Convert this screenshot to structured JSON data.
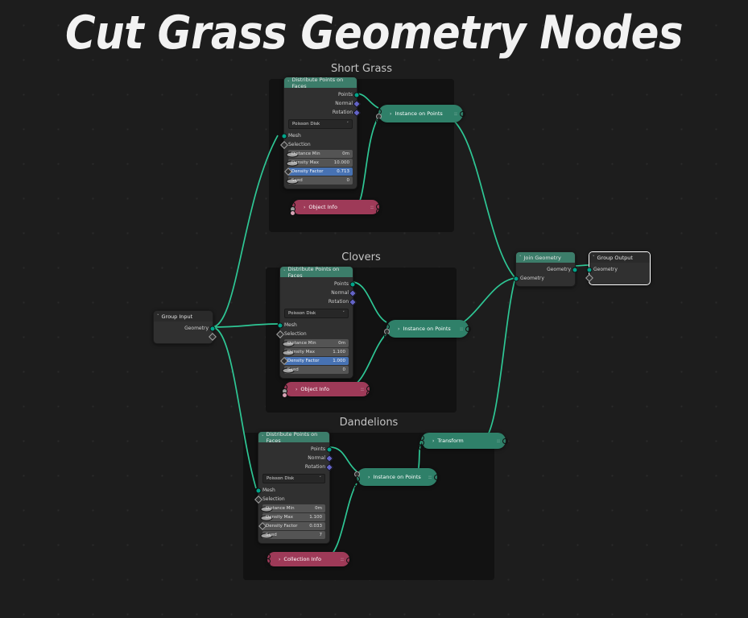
{
  "title": "Cut Grass Geometry Nodes",
  "frames": [
    {
      "id": "short-grass",
      "label": "Short Grass"
    },
    {
      "id": "clovers",
      "label": "Clovers"
    },
    {
      "id": "dandelions",
      "label": "Dandelions"
    }
  ],
  "nodes": {
    "group_input": {
      "header": "Group Input",
      "outputs": [
        "Geometry"
      ]
    },
    "group_output": {
      "header": "Group Output",
      "inputs": [
        "Geometry"
      ],
      "selected": true
    },
    "join_geometry": {
      "header": "Join Geometry",
      "outputs": [
        "Geometry"
      ],
      "inputs": [
        "Geometry"
      ]
    },
    "dpof_short": {
      "header": "Distribute Points on Faces",
      "outputs": [
        "Points",
        "Normal",
        "Rotation"
      ],
      "method": "Poisson Disk",
      "inputs": [
        "Mesh",
        "Selection"
      ],
      "fields": [
        {
          "label": "Distance Min",
          "value": "0m",
          "highlight": false
        },
        {
          "label": "Density Max",
          "value": "10.000",
          "highlight": false
        },
        {
          "label": "Density Factor",
          "value": "0.713",
          "highlight": true
        },
        {
          "label": "Seed",
          "value": "0",
          "highlight": false
        }
      ]
    },
    "dpof_clovers": {
      "header": "Distribute Points on Faces",
      "outputs": [
        "Points",
        "Normal",
        "Rotation"
      ],
      "method": "Poisson Disk",
      "inputs": [
        "Mesh",
        "Selection"
      ],
      "fields": [
        {
          "label": "Distance Min",
          "value": "0m",
          "highlight": false
        },
        {
          "label": "Density Max",
          "value": "1.100",
          "highlight": false
        },
        {
          "label": "Density Factor",
          "value": "1.000",
          "highlight": true
        },
        {
          "label": "Seed",
          "value": "0",
          "highlight": false
        }
      ]
    },
    "dpof_dandelions": {
      "header": "Distribute Points on Faces",
      "outputs": [
        "Points",
        "Normal",
        "Rotation"
      ],
      "method": "Poisson Disk",
      "inputs": [
        "Mesh",
        "Selection"
      ],
      "fields": [
        {
          "label": "Distance Min",
          "value": "0m",
          "highlight": false
        },
        {
          "label": "Density Max",
          "value": "1.100",
          "highlight": false
        },
        {
          "label": "Density Factor",
          "value": "0.033",
          "highlight": false
        },
        {
          "label": "Seed",
          "value": "7",
          "highlight": false
        }
      ]
    },
    "iop_short": {
      "header": "Instance on Points"
    },
    "iop_clovers": {
      "header": "Instance on Points"
    },
    "iop_dandelions": {
      "header": "Instance on Points"
    },
    "object_info_short": {
      "header": "Object Info"
    },
    "object_info_clovers": {
      "header": "Object Info"
    },
    "collection_info": {
      "header": "Collection Info"
    },
    "transform": {
      "header": "Transform"
    }
  },
  "icons": {
    "chevron_down": "˅",
    "chevron_right": "›",
    "caret_down": "˅",
    "node_dots": "::"
  },
  "colors": {
    "background": "#1d1d1d",
    "frame": "#121212",
    "node_body": "#303030",
    "geometry_header": "#3c7d6a",
    "pill_geometry": "#2f8069",
    "pill_pink": "#9e3a58",
    "link": "#2ec795",
    "highlight_field": "#4772b3",
    "socket_geometry": "#00a58a",
    "socket_vector": "#6363c7",
    "title_text": "#f2f2f2"
  }
}
